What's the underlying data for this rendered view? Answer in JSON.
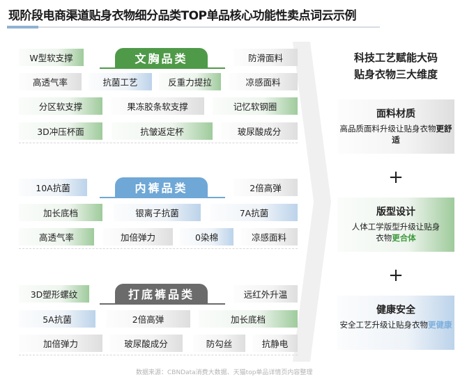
{
  "title": "现阶段电商渠道贴身衣物细分品类TOP单品核心功能性卖点词云示例",
  "sections": [
    {
      "header": "文胸品类",
      "header_color": "#4f9a48",
      "tags": [
        "W型软支撑",
        "防滑面料",
        "高透气率",
        "抗菌工艺",
        "反重力提拉",
        "凉感面料",
        "分区软支撑",
        "果冻胶条软支撑",
        "记忆软钢圈",
        "3D冲压杯面",
        "抗皱返定杯",
        "玻尿酸成分"
      ]
    },
    {
      "header": "内裤品类",
      "header_color": "#6fa7d6",
      "tags": [
        "10A抗菌",
        "2倍高弹",
        "加长底档",
        "银离子抗菌",
        "7A抗菌",
        "高透气率",
        "加倍弹力",
        "0染棉",
        "凉感面料"
      ]
    },
    {
      "header": "打底裤品类",
      "header_color": "#6b6b6b",
      "tags": [
        "3D塑形螺纹",
        "远红外升温",
        "5A抗菌",
        "2倍高弹",
        "加长底档",
        "加倍弹力",
        "玻尿酸成分",
        "防勾丝",
        "抗静电"
      ]
    }
  ],
  "right": {
    "title_line1": "科技工艺赋能大码",
    "title_line2": "贴身衣物三大维度",
    "plus": "+",
    "boxes": [
      {
        "heading": "面料材质",
        "desc": "高品质面料升级让贴身衣物",
        "emph": "更舒适",
        "emph_color": "#222222"
      },
      {
        "heading": "版型设计",
        "desc": "人体工学版型升级让贴身衣物",
        "emph": "更合体",
        "emph_color": "#3f9a3f"
      },
      {
        "heading": "健康安全",
        "desc": "安全工艺升级让贴身衣物",
        "emph": "更健康",
        "emph_color": "#7fb0dc"
      }
    ]
  },
  "source": "数据来源：CBNData消费大数据、天猫top单品详情页内容整理"
}
